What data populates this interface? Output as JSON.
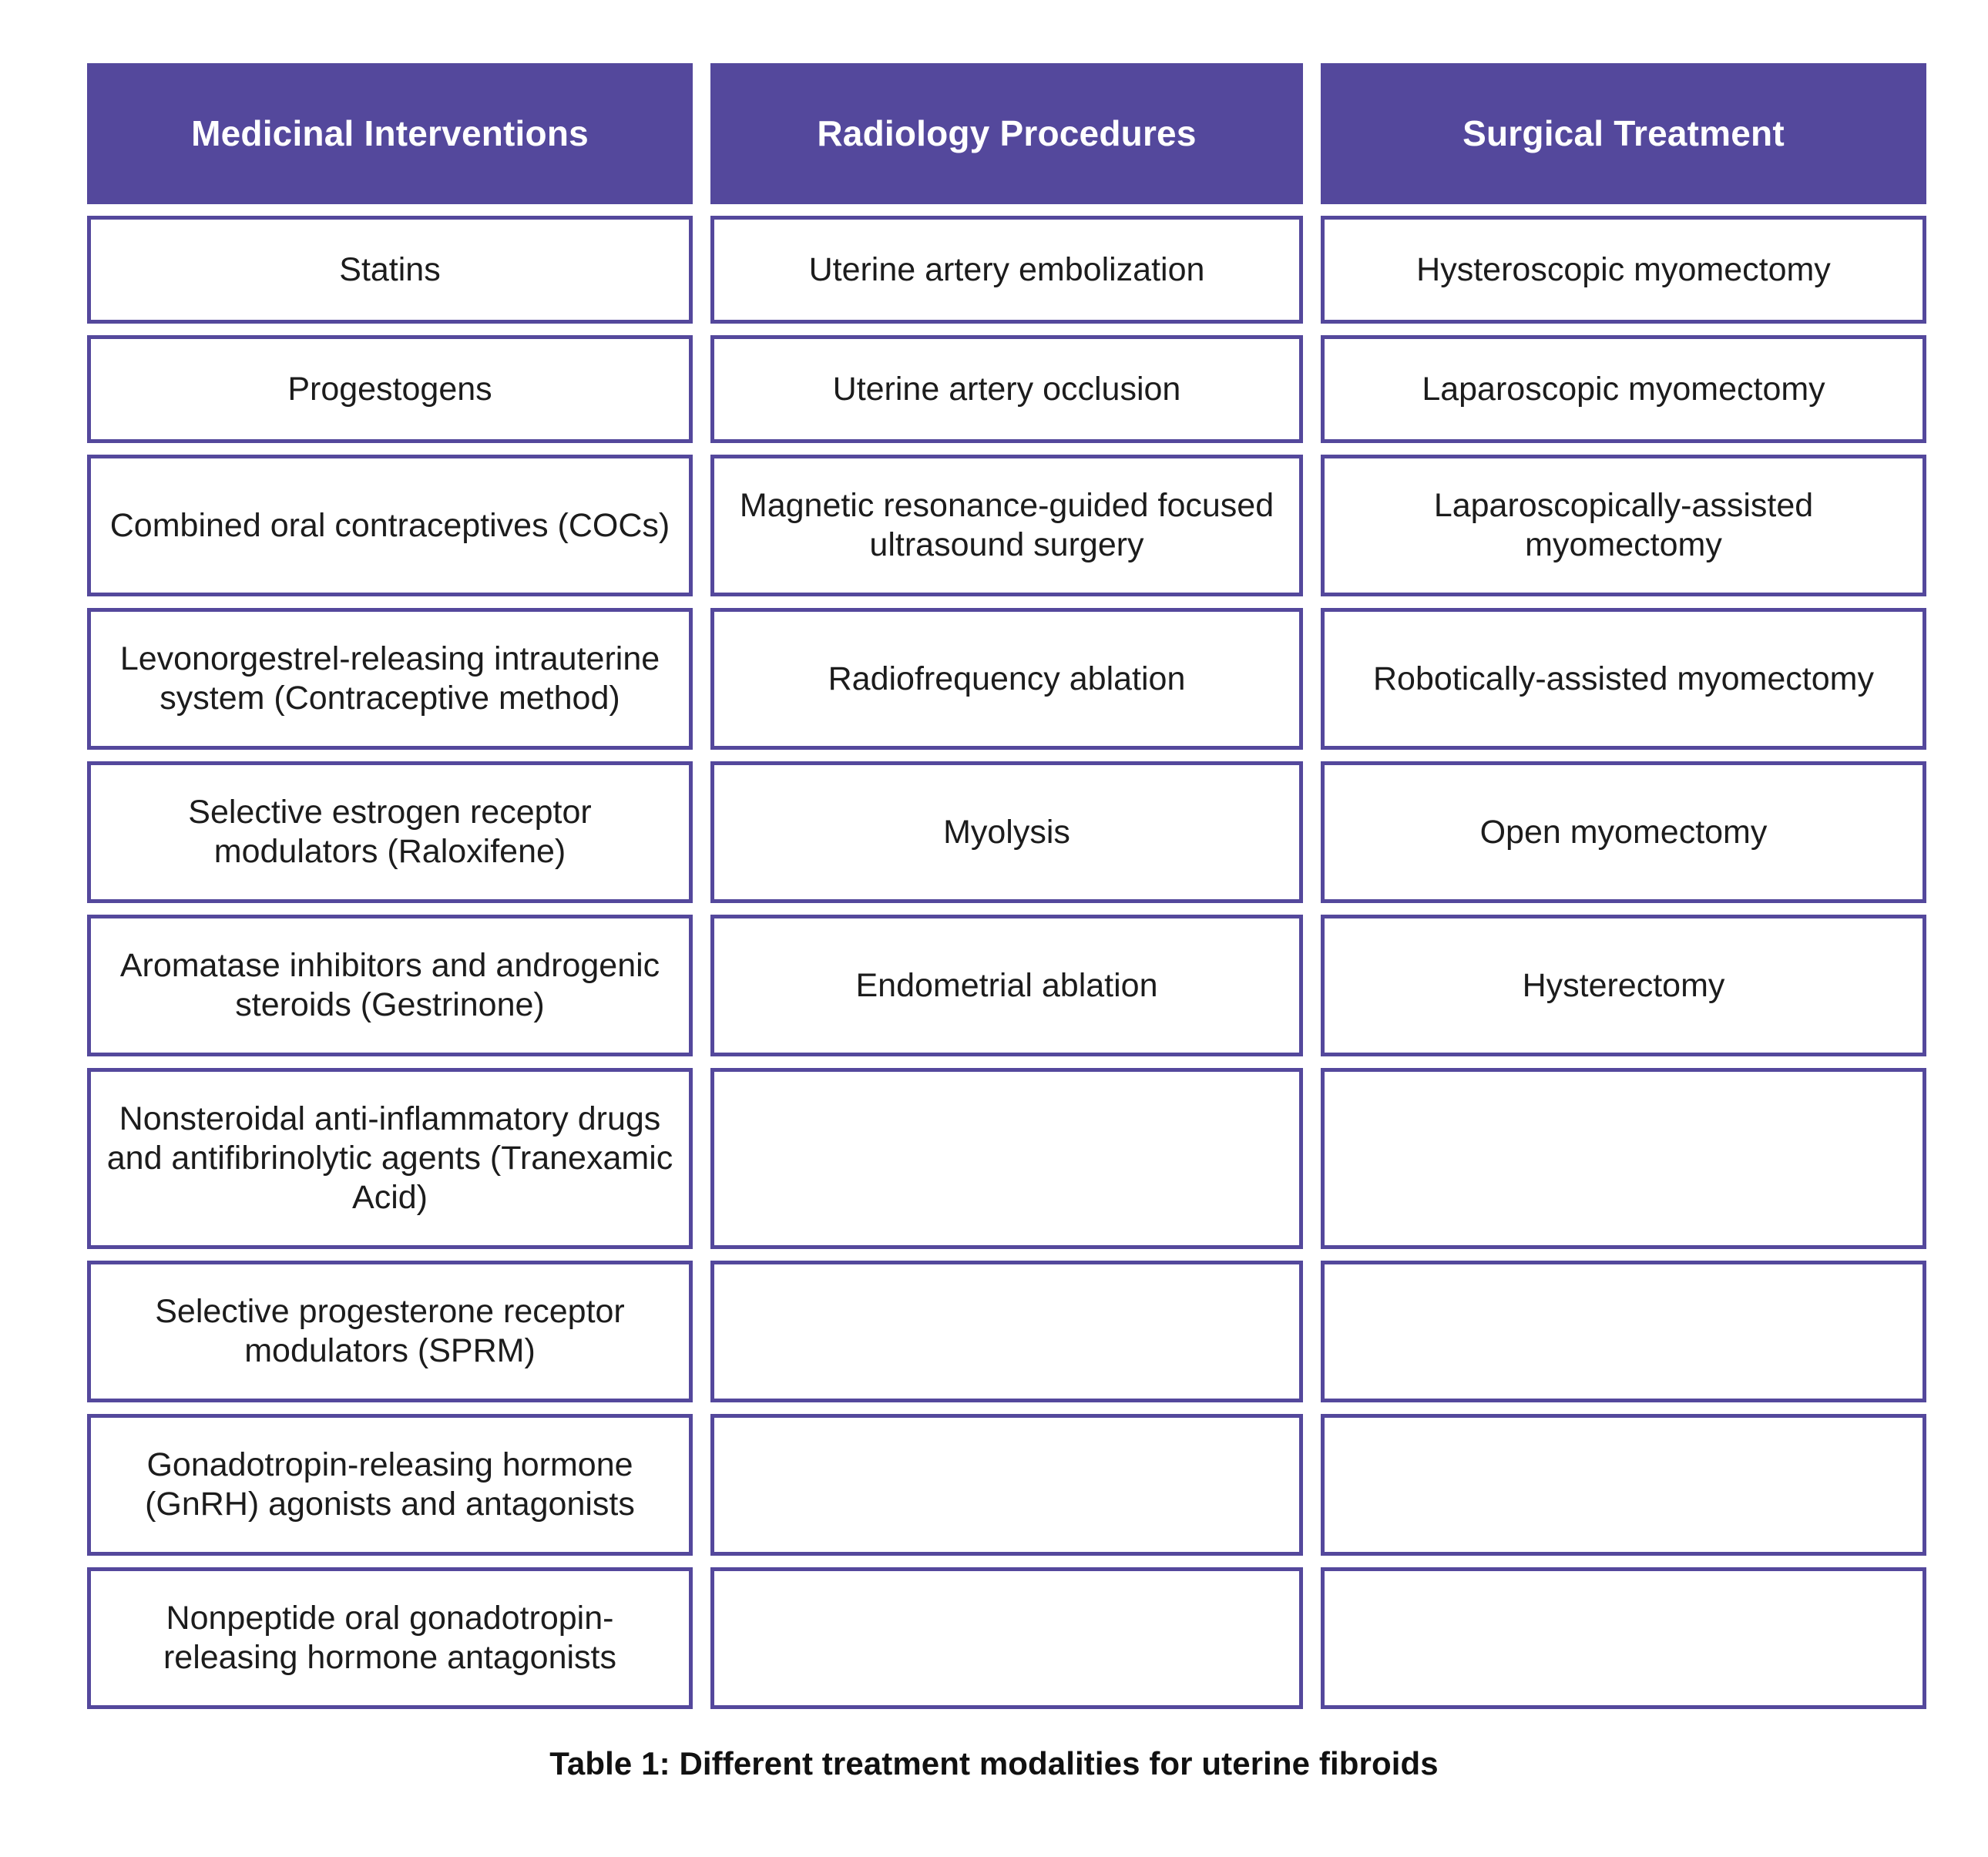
{
  "table": {
    "caption": "Table 1: Different treatment modalities for uterine fibroids",
    "header_bg": "#54489C",
    "border_color": "#54489C",
    "columns": [
      {
        "header": "Medicinal Interventions",
        "cells": [
          "Statins",
          "Progestogens",
          "Combined oral contraceptives (COCs)",
          "Levonorgestrel-releasing intrauterine system (Contraceptive method)",
          "Selective estrogen receptor modulators (Raloxifene)",
          "Aromatase inhibitors and androgenic steroids (Gestrinone)",
          "Nonsteroidal anti-inflammatory drugs and antifibrinolytic agents (Tranexamic Acid)",
          "Selective progesterone receptor modulators (SPRM)",
          "Gonadotropin-releasing hormone (GnRH) agonists and antagonists",
          "Nonpeptide oral gonadotropin-releasing hormone antagonists"
        ]
      },
      {
        "header": "Radiology Procedures",
        "cells": [
          "Uterine artery embolization",
          "Uterine artery occlusion",
          "Magnetic resonance-guided focused ultrasound surgery",
          "Radiofrequency ablation",
          "Myolysis",
          "Endometrial ablation",
          "",
          "",
          "",
          ""
        ]
      },
      {
        "header": "Surgical Treatment",
        "cells": [
          "Hysteroscopic myomectomy",
          "Laparoscopic myomectomy",
          "Laparoscopically-assisted myomectomy",
          "Robotically-assisted myomectomy",
          "Open myomectomy",
          "Hysterectomy",
          "",
          "",
          "",
          ""
        ]
      }
    ]
  }
}
